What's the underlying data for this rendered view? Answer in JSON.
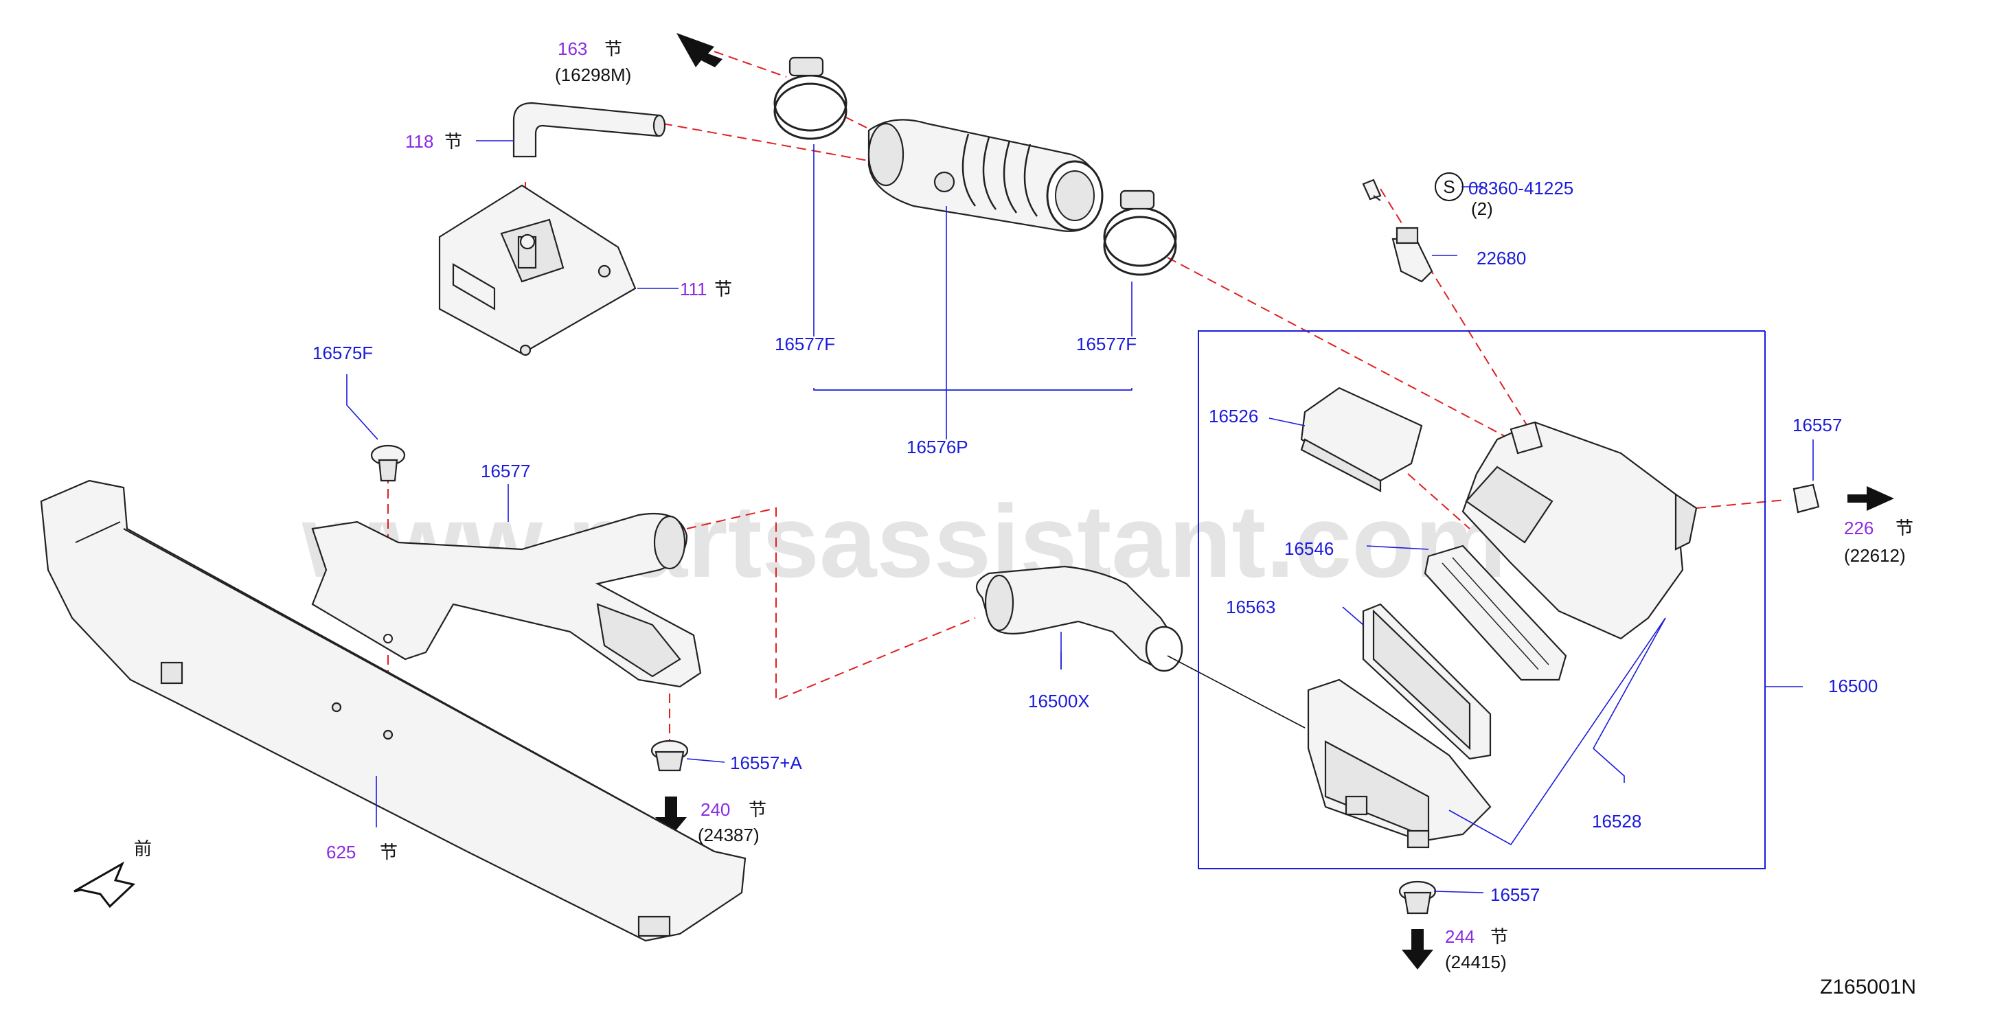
{
  "diagram_code": "Z165001N",
  "watermark": "www.partsassistant.com",
  "front_label": "前",
  "section_suffix": "节",
  "sections": [
    {
      "id": "s163",
      "num": "163",
      "code": "(16298M)"
    },
    {
      "id": "s118",
      "num": "118",
      "code": ""
    },
    {
      "id": "s111",
      "num": "111",
      "code": ""
    },
    {
      "id": "s625",
      "num": "625",
      "code": ""
    },
    {
      "id": "s240",
      "num": "240",
      "code": "(24387)"
    },
    {
      "id": "s226",
      "num": "226",
      "code": "(22612)"
    },
    {
      "id": "s244",
      "num": "244",
      "code": "(24415)"
    }
  ],
  "parts": {
    "p16577F_left": "16577F",
    "p16577F_right": "16577F",
    "p16576P": "16576P",
    "p16575F": "16575F",
    "p16577": "16577",
    "p16557A": "16557+A",
    "p16500X": "16500X",
    "p16526": "16526",
    "p16546": "16546",
    "p16563": "16563",
    "p16528": "16528",
    "p16500": "16500",
    "p16557_right": "16557",
    "p16557_bottom": "16557",
    "p22680": "22680",
    "p08360": "08360-41225",
    "p08360_qty": "(2)",
    "s_symbol": "S"
  }
}
